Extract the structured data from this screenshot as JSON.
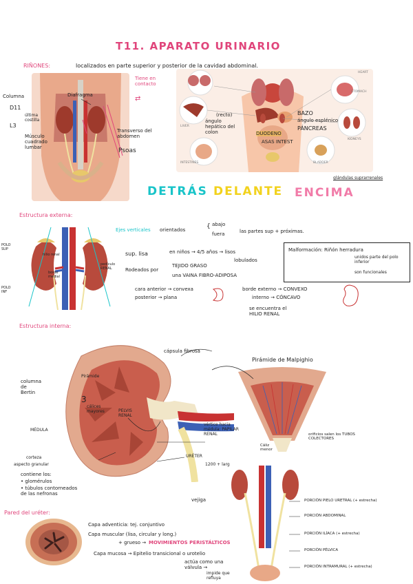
{
  "title": "T11. APARATO URINARIO",
  "s1": {
    "heading": "RIÑONES:",
    "intro": "localizados en parte superior y posterior de la cavidad abdominal.",
    "tiene": "Tiene en contacto",
    "columna": "Columna",
    "d11": "D11",
    "l3": "L3",
    "ultima": "última costilla",
    "musculo": "Músculo cuadrado lumbar",
    "diafragma": "Diafragma",
    "transverso": "Transverso del abdomen",
    "psoas": "Psoas",
    "recto": "(recto)",
    "angulo_h": "ángulo hepático del colon",
    "bazo": "BAZO",
    "angulo_e": "ángulo esplénico",
    "pancreas": "PÁNCREAS",
    "duodeno": "DUODENO",
    "asas": "ASAS INTEST",
    "glandulas": "glándulas suprarrenales",
    "detras": "DETRÁS",
    "delante": "DELANTE",
    "encima": "ENCIMA",
    "img_labels": {
      "heart": "HEART",
      "stomach": "STOMACH",
      "liver": "LIVER",
      "kidneys": "KIDNEYS",
      "intestines": "INTESTINES",
      "bladder": "BLADDER"
    }
  },
  "s2": {
    "heading": "Estructura externa:",
    "polo_sup": "POLO SUP",
    "polo_inf": "POLO INF",
    "hilio": "hilio renal",
    "borde_med": "borde medial",
    "pedículo": "pedículo RENAL",
    "ejes": "Ejes verticales",
    "orientados": "orientados",
    "abajo": "abajo",
    "fuera": "fuera",
    "partes": "las partes sup + próximas.",
    "sup_lisa": "sup. lisa",
    "ninos": "en niños → 4/5 años → lisos",
    "lobulados": "lobulados",
    "rodeados": "Rodeados por",
    "tejido": "TEJIDO GRASO",
    "vaina": "una VAINA FIBRO-ADIPOSA",
    "cara_ant": "cara anterior → convexa",
    "cara_post": "posterior → plana",
    "borde_ext": "borde externo → CONVEXO",
    "interno": "interno → CÓNCAVO",
    "encuentra": "se encuentra el HILIO RENAL",
    "malf": "Malformación: Riñón herradura",
    "malf1": "unidos parte del polo inferior",
    "malf2": "son funcionales"
  },
  "s3": {
    "heading": "Estructura interna:",
    "capsula": "cápsula fibrosa",
    "piramide": "Pirámide de Malpighio",
    "columna": "columna de Bertin",
    "piramide_small": "Pirámide",
    "tres": "3",
    "calices_may": "cálices mayores",
    "pelvis": "PELVIS RENAL",
    "medula": "MÉDULA",
    "vertice": "vértice hacia médula: PAPILAR RENAL",
    "calix": "Cáliz menor",
    "orificios": "orificios salen los TUBOS COLECTORES",
    "corteza": "corteza",
    "aspecto": "aspecto granular",
    "contiene": "contiene los:",
    "glomerulos": "• glomérulos",
    "nucleos": "• túbulos contorneados de las nefronas",
    "ureter": "URÉTER",
    "ureter_len": "1200 + larg",
    "vejiga": "vejiga"
  },
  "s4": {
    "heading": "Pared del uréter:",
    "adventicia": "Capa adventicia: tej. conjuntivo",
    "muscular": "Capa muscular (lisa, circular y long.)",
    "grueso": "+ grueso →",
    "peristalticos": "MOVIMIENTOS PERISTÁLTICOS",
    "mucosa": "Capa mucosa → Epitelio transicional o urotelio",
    "actua": "actúa como una válvula →",
    "impide": "impide que la orina refluya",
    "pielo": "PORCIÓN PIELO URETRAL (+ estrecha)",
    "abdominal": "PORCIÓN ABDOMINAL",
    "iliaca": "PORCIÓN ILÍACA (+ estrecha)",
    "pelvica": "PORCIÓN PÉLVICA",
    "intramural": "PORCIÓN INTRAMURAL (+ estrecha)"
  },
  "colors": {
    "accent": "#e0457b",
    "cyan": "#19c4c9",
    "yellow": "#f2d21d",
    "organ": "#b84a3c",
    "skin": "#f4b79a"
  }
}
